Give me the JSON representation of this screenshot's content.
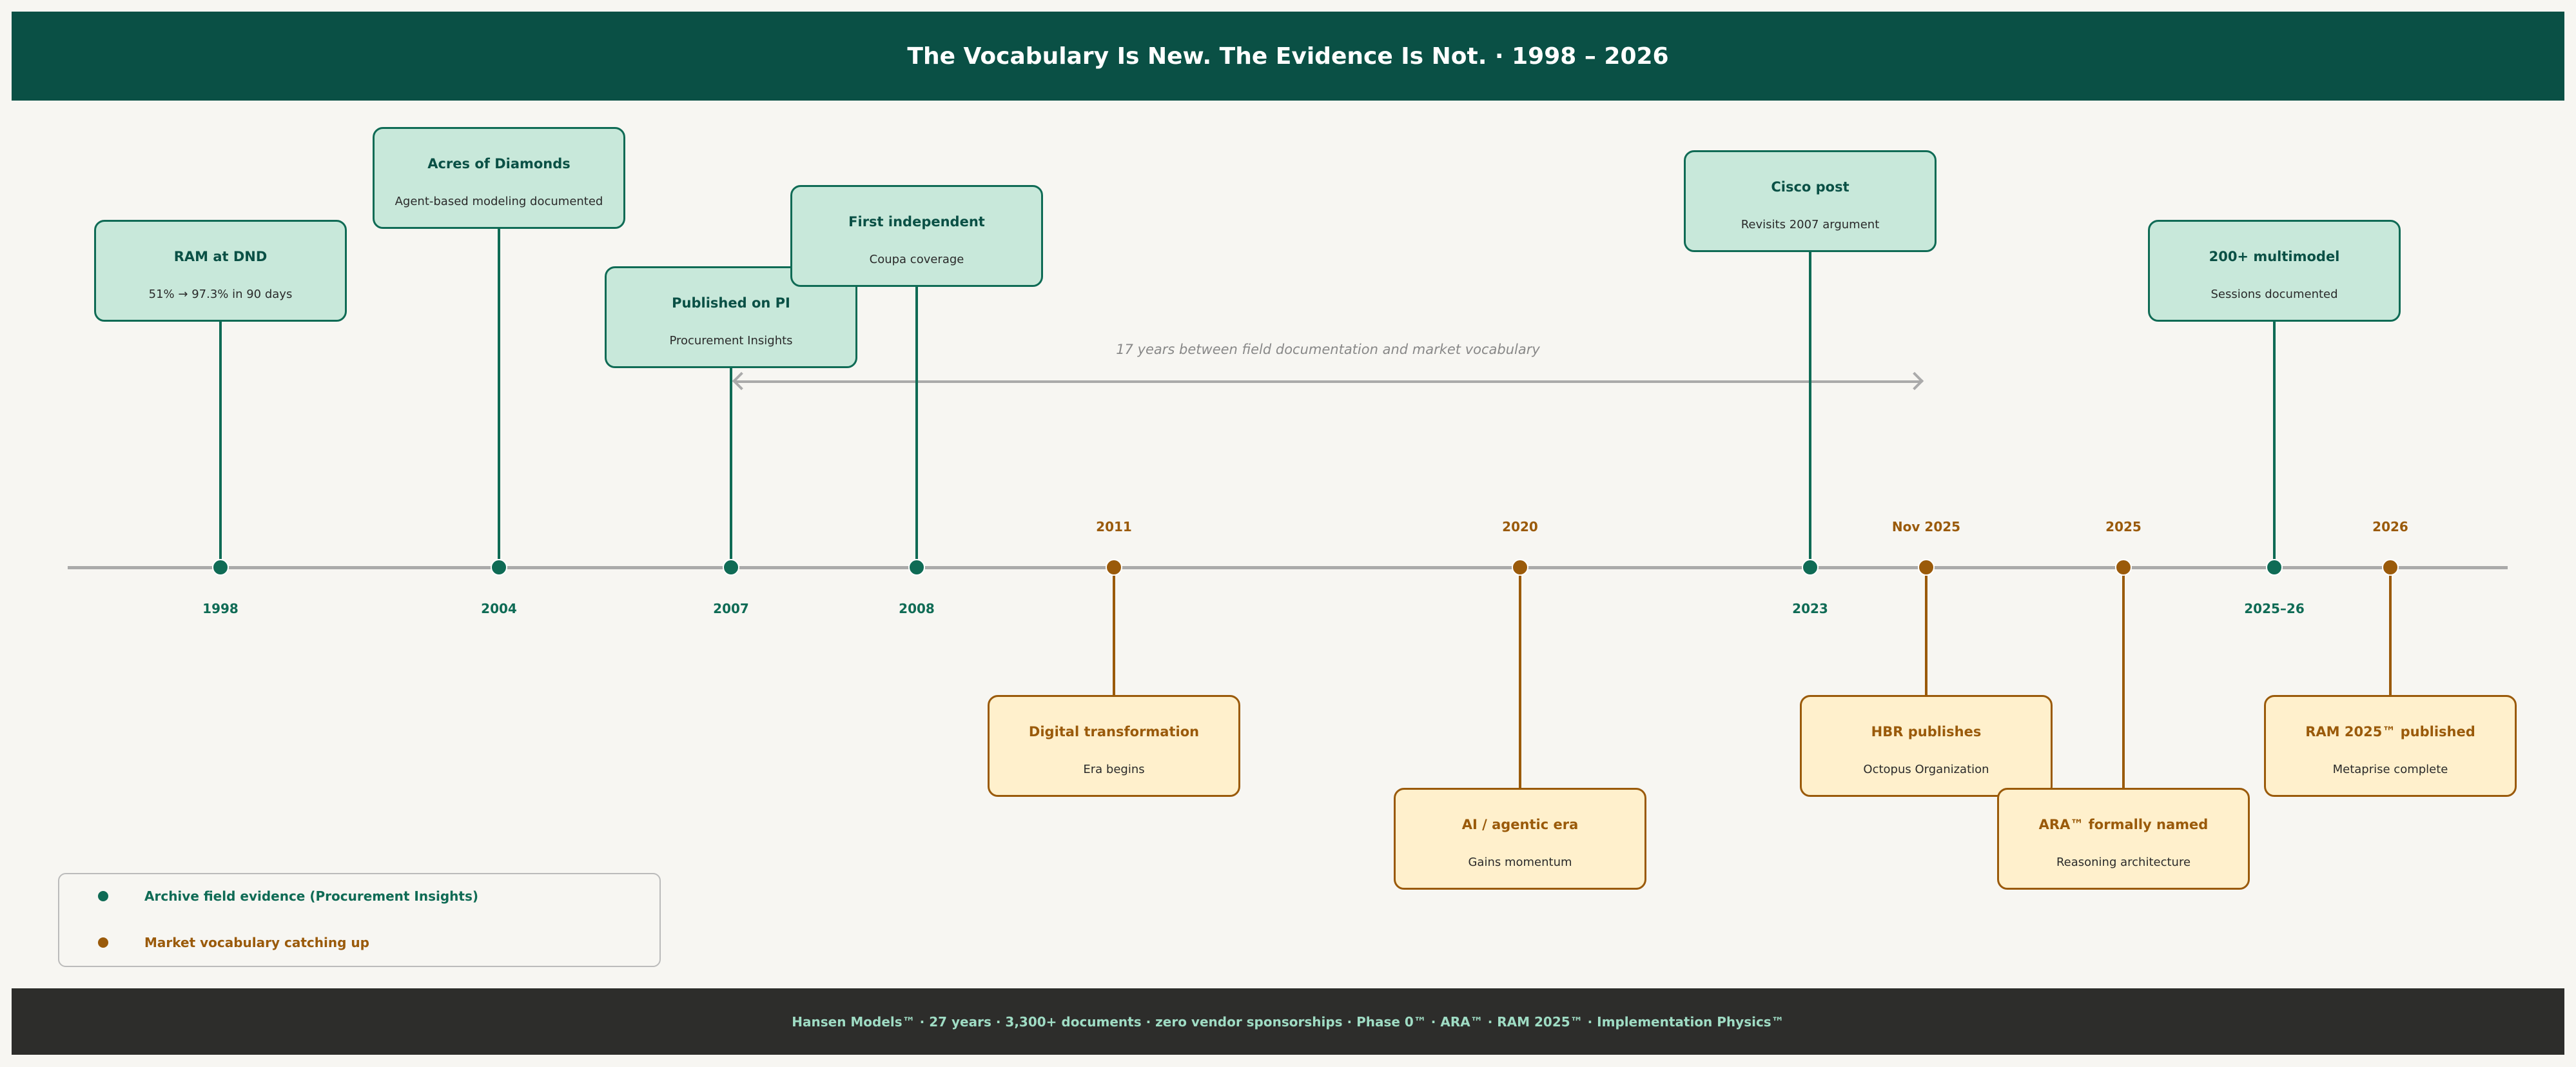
{
  "title": "The Vocabulary Is New. The Evidence Is Not.  ·  1998 – 2026",
  "colors": {
    "archive": "#0f6b55",
    "market": "#9a5a0a",
    "header": "#0a5045"
  },
  "gap_label": "17 years between field documentation and market vocabulary",
  "events": [
    {
      "year": "1998",
      "type": "archive",
      "title": "RAM at DND",
      "subtitle": "51% → 97.3% in 90 days"
    },
    {
      "year": "2004",
      "type": "archive",
      "title": "Acres of Diamonds",
      "subtitle": "Agent-based modeling documented"
    },
    {
      "year": "2007",
      "type": "archive",
      "title": "Published on PI",
      "subtitle": "Procurement Insights"
    },
    {
      "year": "2008",
      "type": "archive",
      "title": "First independent",
      "subtitle": "Coupa coverage"
    },
    {
      "year": "2011",
      "type": "market",
      "title": "Digital transformation",
      "subtitle": "Era begins"
    },
    {
      "year": "2020",
      "type": "market",
      "title": "AI / agentic era",
      "subtitle": "Gains momentum"
    },
    {
      "year": "2023",
      "type": "archive",
      "title": "Cisco post",
      "subtitle": "Revisits 2007 argument"
    },
    {
      "year": "Nov 2025",
      "type": "market",
      "title": "HBR publishes",
      "subtitle": "Octopus Organization"
    },
    {
      "year": "2025",
      "type": "market",
      "title": "ARA™ formally named",
      "subtitle": "Reasoning architecture"
    },
    {
      "year": "2025–26",
      "type": "archive",
      "title": "200+ multimodel",
      "subtitle": "Sessions documented"
    },
    {
      "year": "2026",
      "type": "market",
      "title": "RAM 2025™ published",
      "subtitle": "Metaprise complete"
    }
  ],
  "legend": [
    {
      "type": "archive",
      "label": "Archive field evidence  (Procurement Insights)"
    },
    {
      "type": "market",
      "label": "Market vocabulary catching up"
    }
  ],
  "footer": "Hansen Models™  ·  27 years  ·  3,300+ documents  ·  zero vendor sponsorships  ·  Phase 0™  ·  ARA™  ·  RAM 2025™  ·  Implementation Physics™"
}
